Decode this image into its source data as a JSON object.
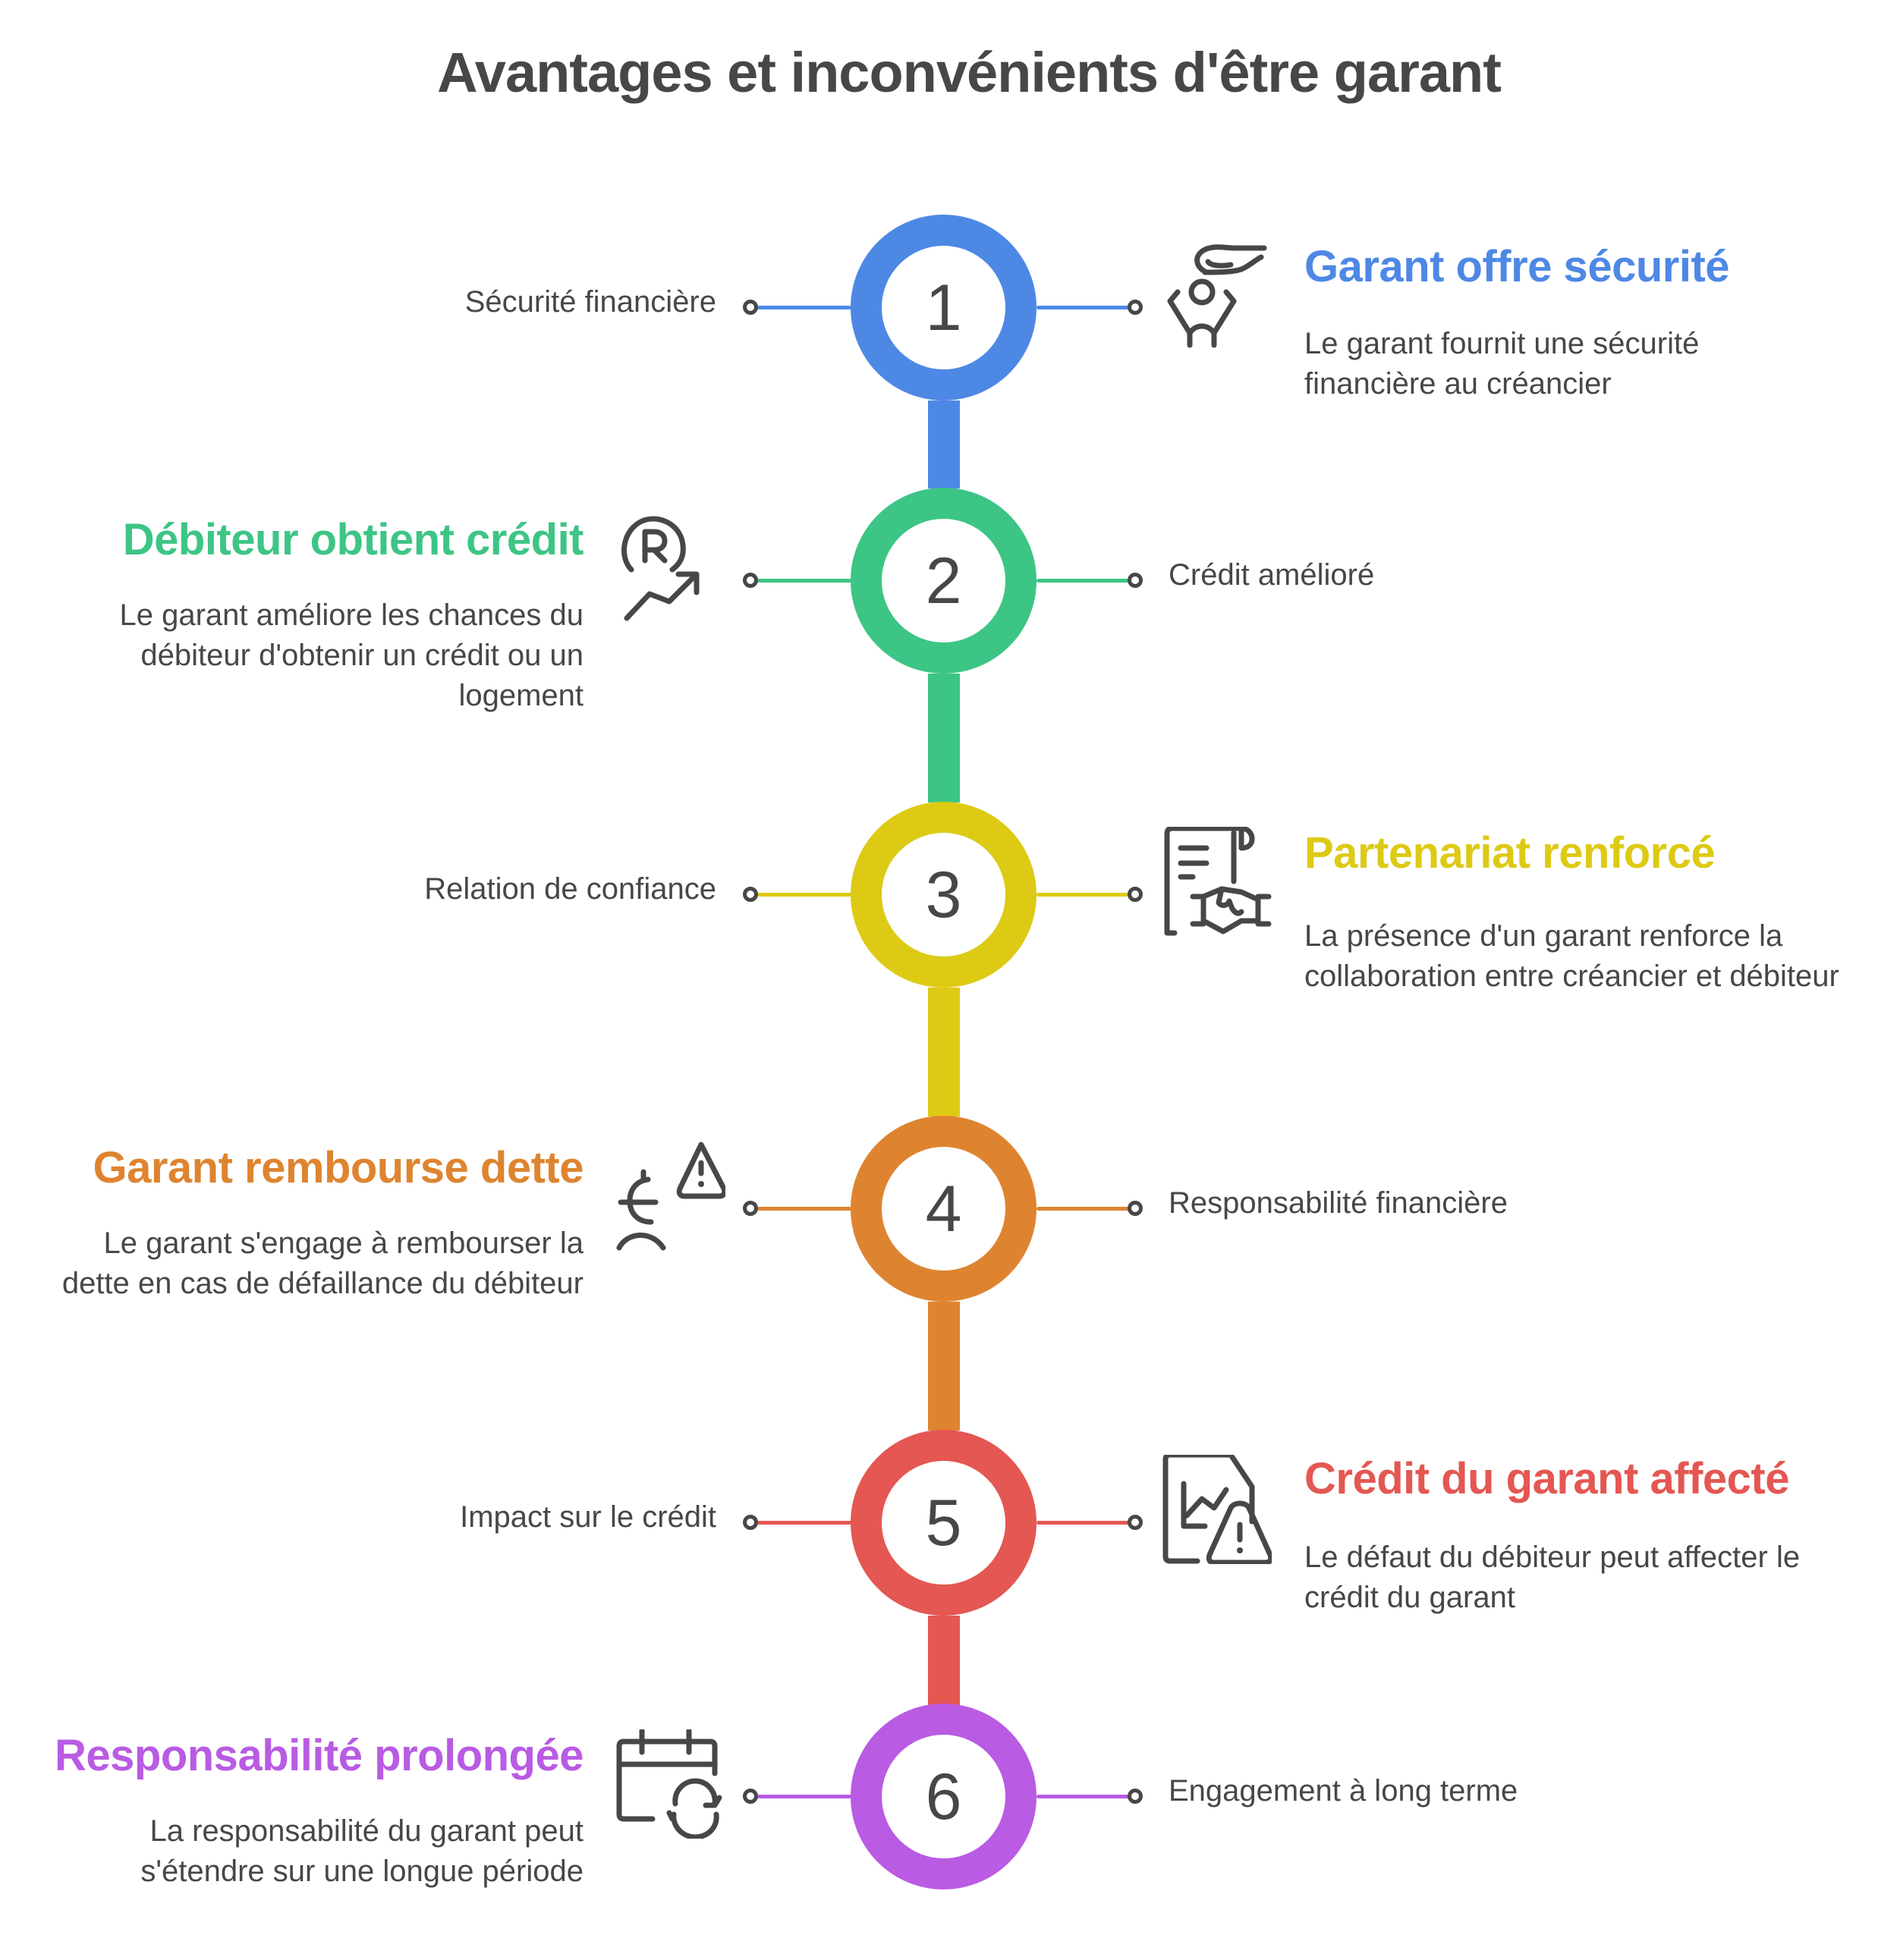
{
  "title": "Avantages et inconvénients d'être garant",
  "colors": {
    "blue": "#4E88E5",
    "green": "#3DC585",
    "yellow": "#DDCA15",
    "orange": "#DE8430",
    "red": "#E45752",
    "purple": "#B95BE3",
    "text": "#474747"
  },
  "steps": [
    {
      "number": "1",
      "color": "#4E88E5",
      "short_label": "Sécurité financière",
      "short_side": "left",
      "icon": "hand-protecting-person-icon",
      "heading": "Garant offre sécurité",
      "description": "Le garant fournit une sécurité financière au créancier",
      "detail_side": "right"
    },
    {
      "number": "2",
      "color": "#3DC585",
      "short_label": "Crédit amélioré",
      "short_side": "right",
      "icon": "credit-growth-icon",
      "heading": "Débiteur obtient crédit",
      "description": "Le garant améliore les chances du débiteur d'obtenir un crédit ou un logement",
      "detail_side": "left"
    },
    {
      "number": "3",
      "color": "#DDCA15",
      "short_label": "Relation de confiance",
      "short_side": "left",
      "icon": "contract-handshake-icon",
      "heading": "Partenariat renforcé",
      "description": "La présence d'un garant renforce la collaboration entre créancier et débiteur",
      "detail_side": "right"
    },
    {
      "number": "4",
      "color": "#DE8430",
      "short_label": "Responsabilité financière",
      "short_side": "right",
      "icon": "euro-person-warning-icon",
      "heading": "Garant rembourse dette",
      "description": "Le garant s'engage à rembourser la dette en cas de défaillance du débiteur",
      "detail_side": "left"
    },
    {
      "number": "5",
      "color": "#E45752",
      "short_label": "Impact sur le crédit",
      "short_side": "left",
      "icon": "chart-document-warning-icon",
      "heading": "Crédit du garant affecté",
      "description": "Le défaut du débiteur peut affecter le crédit du garant",
      "detail_side": "right"
    },
    {
      "number": "6",
      "color": "#B95BE3",
      "short_label": "Engagement à long terme",
      "short_side": "right",
      "icon": "calendar-refresh-icon",
      "heading": "Responsabilité prolongée",
      "description": "La responsabilité du garant peut s'étendre sur une longue période",
      "detail_side": "left"
    }
  ]
}
